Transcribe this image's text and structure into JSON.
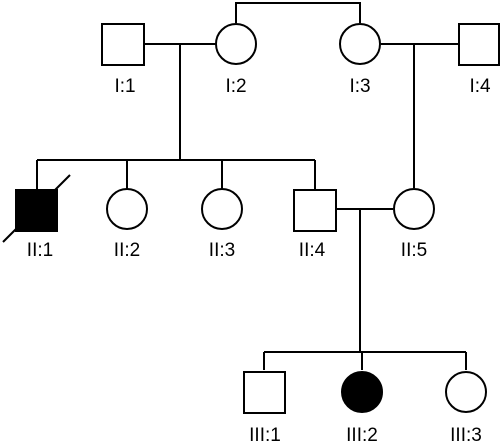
{
  "individuals": [
    {
      "id": "I-1",
      "label": "I:1",
      "sex": "male",
      "affected": false,
      "deceased": false
    },
    {
      "id": "I-2",
      "label": "I:2",
      "sex": "female",
      "affected": false,
      "deceased": false
    },
    {
      "id": "I-3",
      "label": "I:3",
      "sex": "female",
      "affected": false,
      "deceased": false
    },
    {
      "id": "I-4",
      "label": "I:4",
      "sex": "male",
      "affected": false,
      "deceased": false
    },
    {
      "id": "II-1",
      "label": "II:1",
      "sex": "male",
      "affected": true,
      "deceased": true
    },
    {
      "id": "II-2",
      "label": "II:2",
      "sex": "female",
      "affected": false,
      "deceased": false
    },
    {
      "id": "II-3",
      "label": "II:3",
      "sex": "female",
      "affected": false,
      "deceased": false
    },
    {
      "id": "II-4",
      "label": "II:4",
      "sex": "male",
      "affected": false,
      "deceased": false
    },
    {
      "id": "II-5",
      "label": "II:5",
      "sex": "female",
      "affected": false,
      "deceased": false
    },
    {
      "id": "III-1",
      "label": "III:1",
      "sex": "male",
      "affected": false,
      "deceased": false
    },
    {
      "id": "III-2",
      "label": "III:2",
      "sex": "female",
      "affected": true,
      "deceased": false
    },
    {
      "id": "III-3",
      "label": "III:3",
      "sex": "female",
      "affected": false,
      "deceased": false
    }
  ],
  "colors": {
    "affected": "#000000",
    "unaffected": "#ffffff",
    "line": "#000000"
  }
}
